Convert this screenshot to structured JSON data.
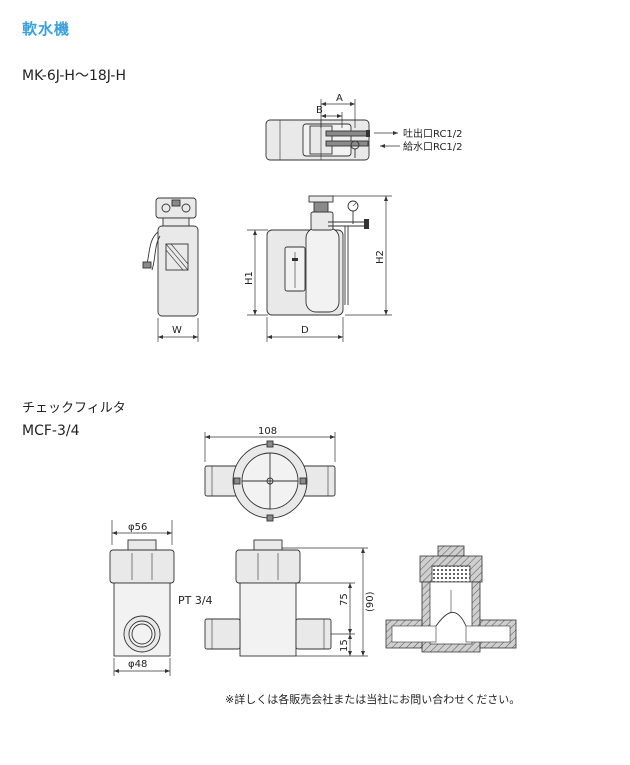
{
  "title": "軟水機",
  "section1": {
    "model": "MK-6J-H〜18J-H",
    "labels": {
      "A": "A",
      "B": "B",
      "W": "W",
      "D": "D",
      "H1": "H1",
      "H2": "H2",
      "outlet": "吐出口RC1/2",
      "inlet": "給水口RC1/2"
    }
  },
  "section2": {
    "name": "チェックフィルタ",
    "model": "MCF-3/4",
    "labels": {
      "width_108": "108",
      "phi56": "φ56",
      "phi48": "φ48",
      "pt": "PT 3/4",
      "h75": "75",
      "h90": "(90)",
      "h15": "15"
    }
  },
  "note": "※詳しくは各販売会社または当社にお問い合わせください。",
  "colors": {
    "title": "#3aa0dc",
    "body_fill": "#e9e9e9",
    "dark_fill": "#8a8a8a"
  }
}
